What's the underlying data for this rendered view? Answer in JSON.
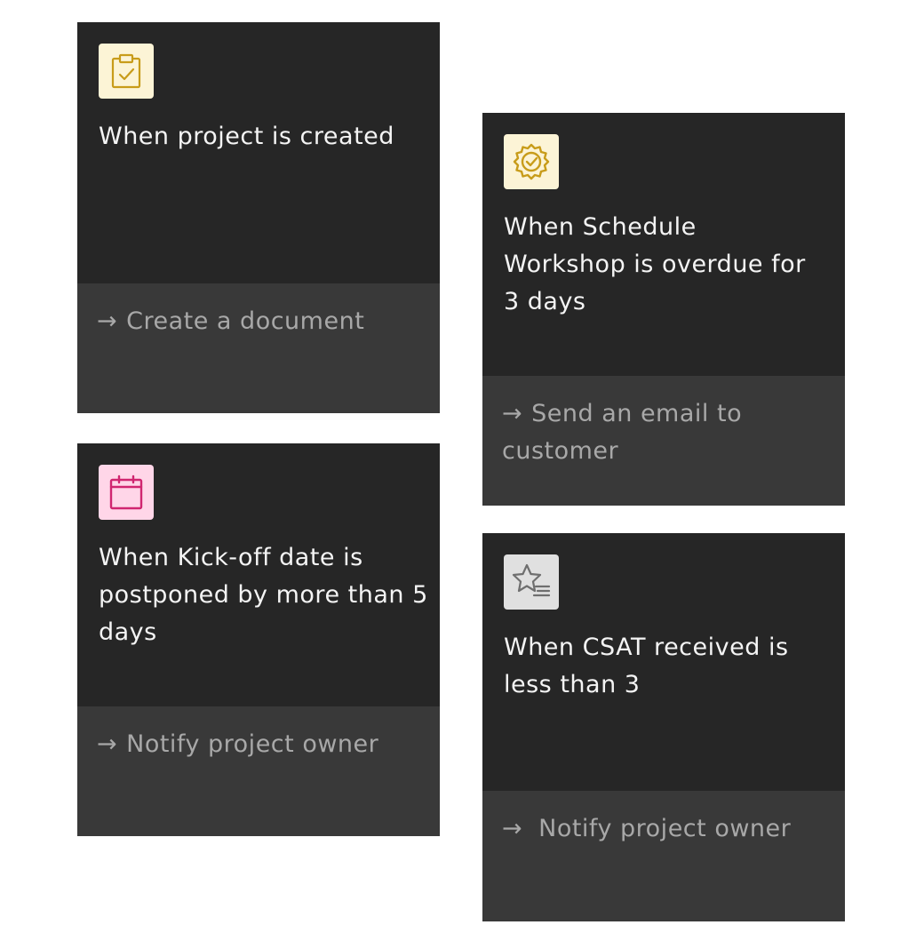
{
  "cards": [
    {
      "icon": "clipboard-check-icon",
      "icon_bg": "#fcf4d6",
      "icon_color": "#c89c1a",
      "trigger": "When project is created",
      "arrow": "→",
      "action": "Create a document"
    },
    {
      "icon": "badge-check-icon",
      "icon_bg": "#fcf4d6",
      "icon_color": "#c89c1a",
      "trigger": "When Schedule Workshop is overdue for 3 days",
      "arrow": "→",
      "action": "Send an email to customer"
    },
    {
      "icon": "calendar-icon",
      "icon_bg": "#ffd6e8",
      "icon_color": "#d02670",
      "trigger": "When Kick-off date is postponed by more than 5 days",
      "arrow": "→",
      "action": "Notify project owner"
    },
    {
      "icon": "star-review-icon",
      "icon_bg": "#e0e0e0",
      "icon_color": "#6f6f6f",
      "trigger": "When CSAT received is less than 3",
      "arrow": "→",
      "action": "Notify project owner"
    }
  ]
}
